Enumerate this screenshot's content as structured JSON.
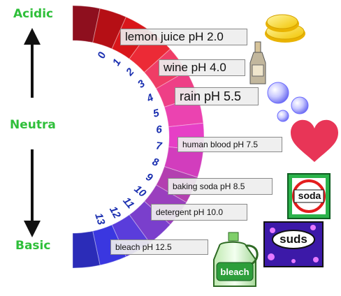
{
  "side_labels": {
    "top": "Acidic",
    "middle": "Neutra",
    "bottom": "Basic"
  },
  "scale_numbers": [
    "0",
    "1",
    "2",
    "3",
    "4",
    "5",
    "6",
    "7",
    "8",
    "9",
    "10",
    "11",
    "12",
    "13"
  ],
  "segment_colors": [
    "#8e0f1e",
    "#b50f15",
    "#d9161a",
    "#ec2a36",
    "#ef3d66",
    "#ee3f86",
    "#eb43b0",
    "#e63fc6",
    "#d23dbd",
    "#b33fb0",
    "#9a3fbe",
    "#7a3fcc",
    "#5a3ddb",
    "#3a37e0",
    "#2b2cb8"
  ],
  "labels": [
    {
      "text": "lemon juice pH 2.0"
    },
    {
      "text": "wine pH 4.0"
    },
    {
      "text": "rain pH 5.5"
    },
    {
      "text": "human blood pH 7.5"
    },
    {
      "text": "baking soda pH 8.5"
    },
    {
      "text": "detergent pH 10.0"
    },
    {
      "text": "bleach pH 12.5"
    }
  ],
  "icons": {
    "soda_sign": "soda",
    "suds_box": "suds",
    "bleach_jug": "bleach"
  },
  "colors": {
    "green_label": "#2fbf3a",
    "number_blue": "#1a2fb0"
  }
}
